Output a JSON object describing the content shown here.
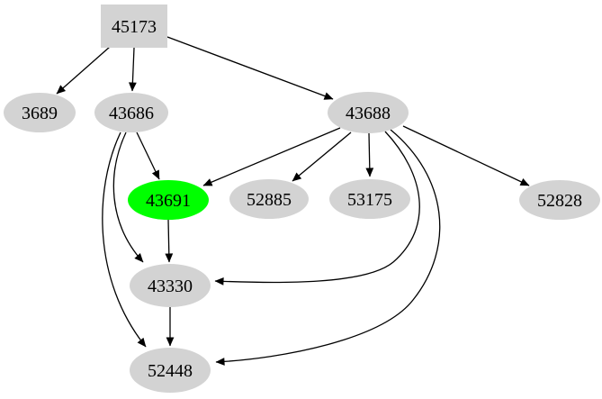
{
  "graph": {
    "type": "directed-graph",
    "background": "#ffffff",
    "edge_color": "#000000",
    "text_color": "#000000",
    "default_node_fill": "#d3d3d3",
    "highlight_fill": "#00ff00",
    "nodes": [
      {
        "id": "45173",
        "label": "45173",
        "shape": "box",
        "fill": "#d3d3d3",
        "highlighted": false
      },
      {
        "id": "3689",
        "label": "3689",
        "shape": "ellipse",
        "fill": "#d3d3d3",
        "highlighted": false
      },
      {
        "id": "43686",
        "label": "43686",
        "shape": "ellipse",
        "fill": "#d3d3d3",
        "highlighted": false
      },
      {
        "id": "43688",
        "label": "43688",
        "shape": "ellipse",
        "fill": "#d3d3d3",
        "highlighted": false
      },
      {
        "id": "43691",
        "label": "43691",
        "shape": "ellipse",
        "fill": "#00ff00",
        "highlighted": true
      },
      {
        "id": "52885",
        "label": "52885",
        "shape": "ellipse",
        "fill": "#d3d3d3",
        "highlighted": false
      },
      {
        "id": "53175",
        "label": "53175",
        "shape": "ellipse",
        "fill": "#d3d3d3",
        "highlighted": false
      },
      {
        "id": "52828",
        "label": "52828",
        "shape": "ellipse",
        "fill": "#d3d3d3",
        "highlighted": false
      },
      {
        "id": "43330",
        "label": "43330",
        "shape": "ellipse",
        "fill": "#d3d3d3",
        "highlighted": false
      },
      {
        "id": "52448",
        "label": "52448",
        "shape": "ellipse",
        "fill": "#d3d3d3",
        "highlighted": false
      }
    ],
    "edges": [
      {
        "from": "45173",
        "to": "3689"
      },
      {
        "from": "45173",
        "to": "43686"
      },
      {
        "from": "45173",
        "to": "43688"
      },
      {
        "from": "43686",
        "to": "43691"
      },
      {
        "from": "43686",
        "to": "43330"
      },
      {
        "from": "43686",
        "to": "52448"
      },
      {
        "from": "43688",
        "to": "43691"
      },
      {
        "from": "43688",
        "to": "52885"
      },
      {
        "from": "43688",
        "to": "53175"
      },
      {
        "from": "43688",
        "to": "52828"
      },
      {
        "from": "43688",
        "to": "43330"
      },
      {
        "from": "43688",
        "to": "52448"
      },
      {
        "from": "43691",
        "to": "43330"
      },
      {
        "from": "43330",
        "to": "52448"
      }
    ]
  }
}
